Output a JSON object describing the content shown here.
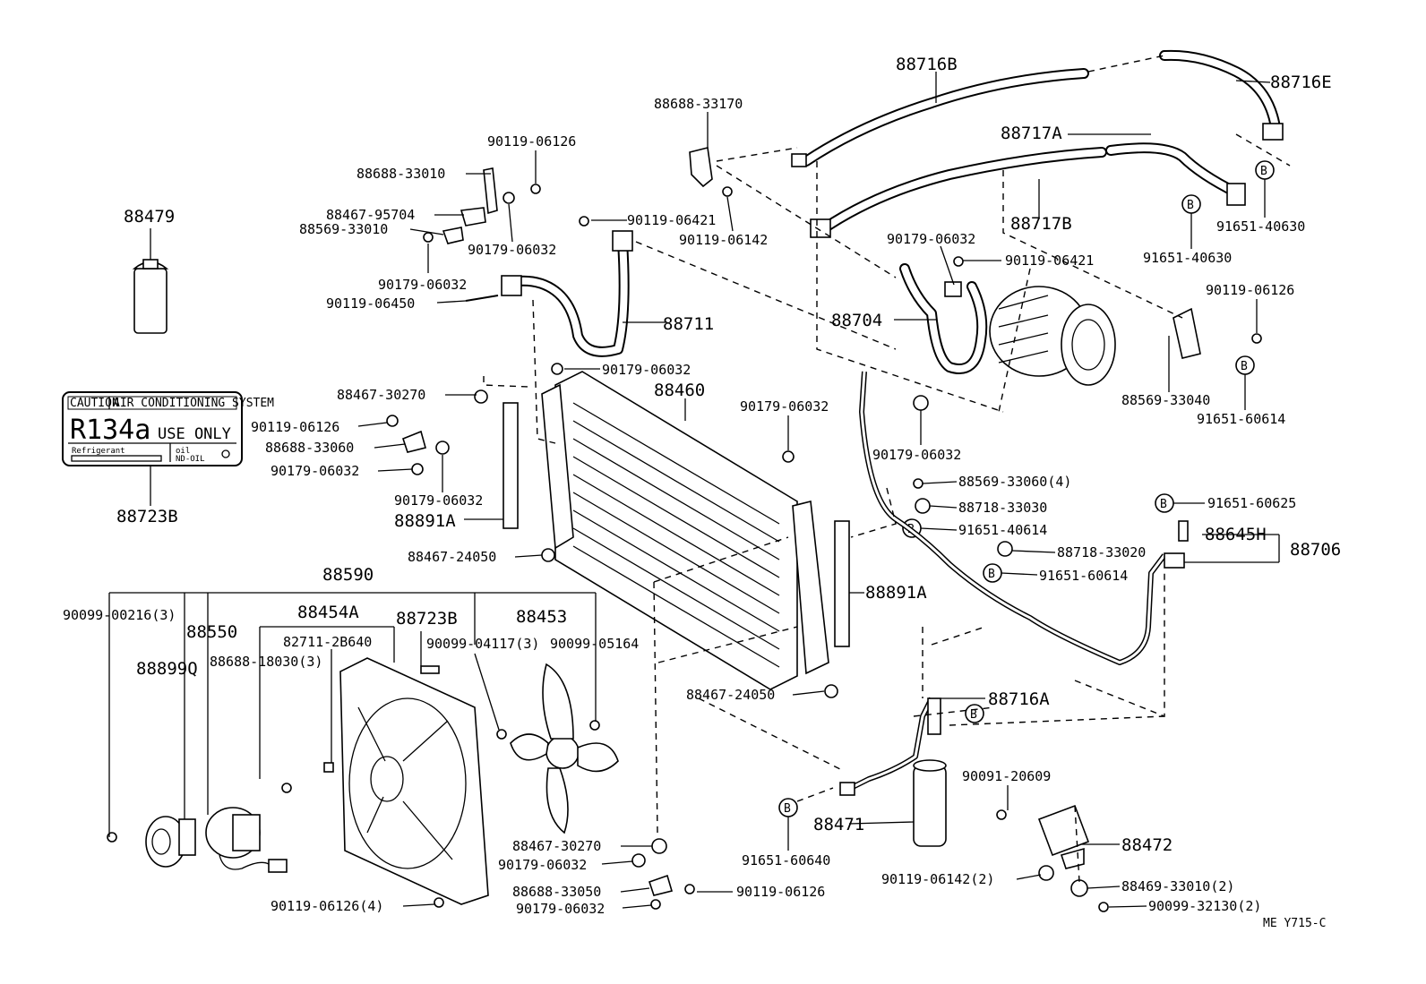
{
  "diagram": {
    "reference_code": "ME Y715-C",
    "label_sticker": {
      "caution": "CAUTION",
      "system": "AIR CONDITIONING SYSTEM",
      "main": "R134a",
      "sub": "USE ONLY",
      "row_left_1": "Refrigerant",
      "row_right_1": "oil",
      "row_right_2": "ND-OIL"
    },
    "labels": {
      "p88479": "88479",
      "p88723B_a": "88723B",
      "p88688_33010": "88688-33010",
      "p90119_06126_a": "90119-06126",
      "p88467_95704": "88467-95704",
      "p88569_33010": "88569-33010",
      "p90179_06032_a": "90179-06032",
      "p90179_06032_b": "90179-06032",
      "p90119_06450": "90119-06450",
      "p88688_33170": "88688-33170",
      "p90119_06421_a": "90119-06421",
      "p90119_06142": "90119-06142",
      "p88711": "88711",
      "p88716B": "88716B",
      "p88716E": "88716E",
      "p88717A": "88717A",
      "p88717B": "88717B",
      "p91651_40630_a": "91651-40630",
      "p91651_40630_b": "91651-40630",
      "p90179_06032_c": "90179-06032",
      "p90119_06421_b": "90119-06421",
      "p88704": "88704",
      "p90119_06126_b": "90119-06126",
      "p88569_33040": "88569-33040",
      "p91651_60614_a": "91651-60614",
      "p88467_30270_a": "88467-30270",
      "p90119_06126_c": "90119-06126",
      "p88688_33060": "88688-33060",
      "p90179_06032_d": "90179-06032",
      "p90179_06032_e": "90179-06032",
      "p88891A_a": "88891A",
      "p90179_06032_f": "90179-06032",
      "p88460": "88460",
      "p90179_06032_g": "90179-06032",
      "p90179_06032_h": "90179-06032",
      "p88467_24050_a": "88467-24050",
      "p88569_33060": "88569-33060(4)",
      "p88718_33030": "88718-33030",
      "p91651_40614": "91651-40614",
      "p88718_33020": "88718-33020",
      "p91651_60614_b": "91651-60614",
      "p91651_60625": "91651-60625",
      "p88645H": "88645H",
      "p88706": "88706",
      "p88891A_b": "88891A",
      "p88590": "88590",
      "p90099_00216": "90099-00216(3)",
      "p88550": "88550",
      "p88899Q": "88899Q",
      "p88454A": "88454A",
      "p82711_2B640": "82711-2B640",
      "p88688_18030": "88688-18030(3)",
      "p88723B_b": "88723B",
      "p88453": "88453",
      "p90099_04117": "90099-04117(3)",
      "p90099_05164": "90099-05164",
      "p88467_24050_b": "88467-24050",
      "p88716A": "88716A",
      "p90091_20609": "90091-20609",
      "p88471": "88471",
      "p88472": "88472",
      "p91651_60640": "91651-60640",
      "p88467_30270_b": "88467-30270",
      "p90179_06032_i": "90179-06032",
      "p88688_33050": "88688-33050",
      "p90119_06126_d": "90119-06126",
      "p90179_06032_j": "90179-06032",
      "p90119_06126_e": "90119-06126(4)",
      "p90119_06142_b": "90119-06142(2)",
      "p88469_33010": "88469-33010(2)",
      "p90099_32130": "90099-32130(2)"
    }
  }
}
